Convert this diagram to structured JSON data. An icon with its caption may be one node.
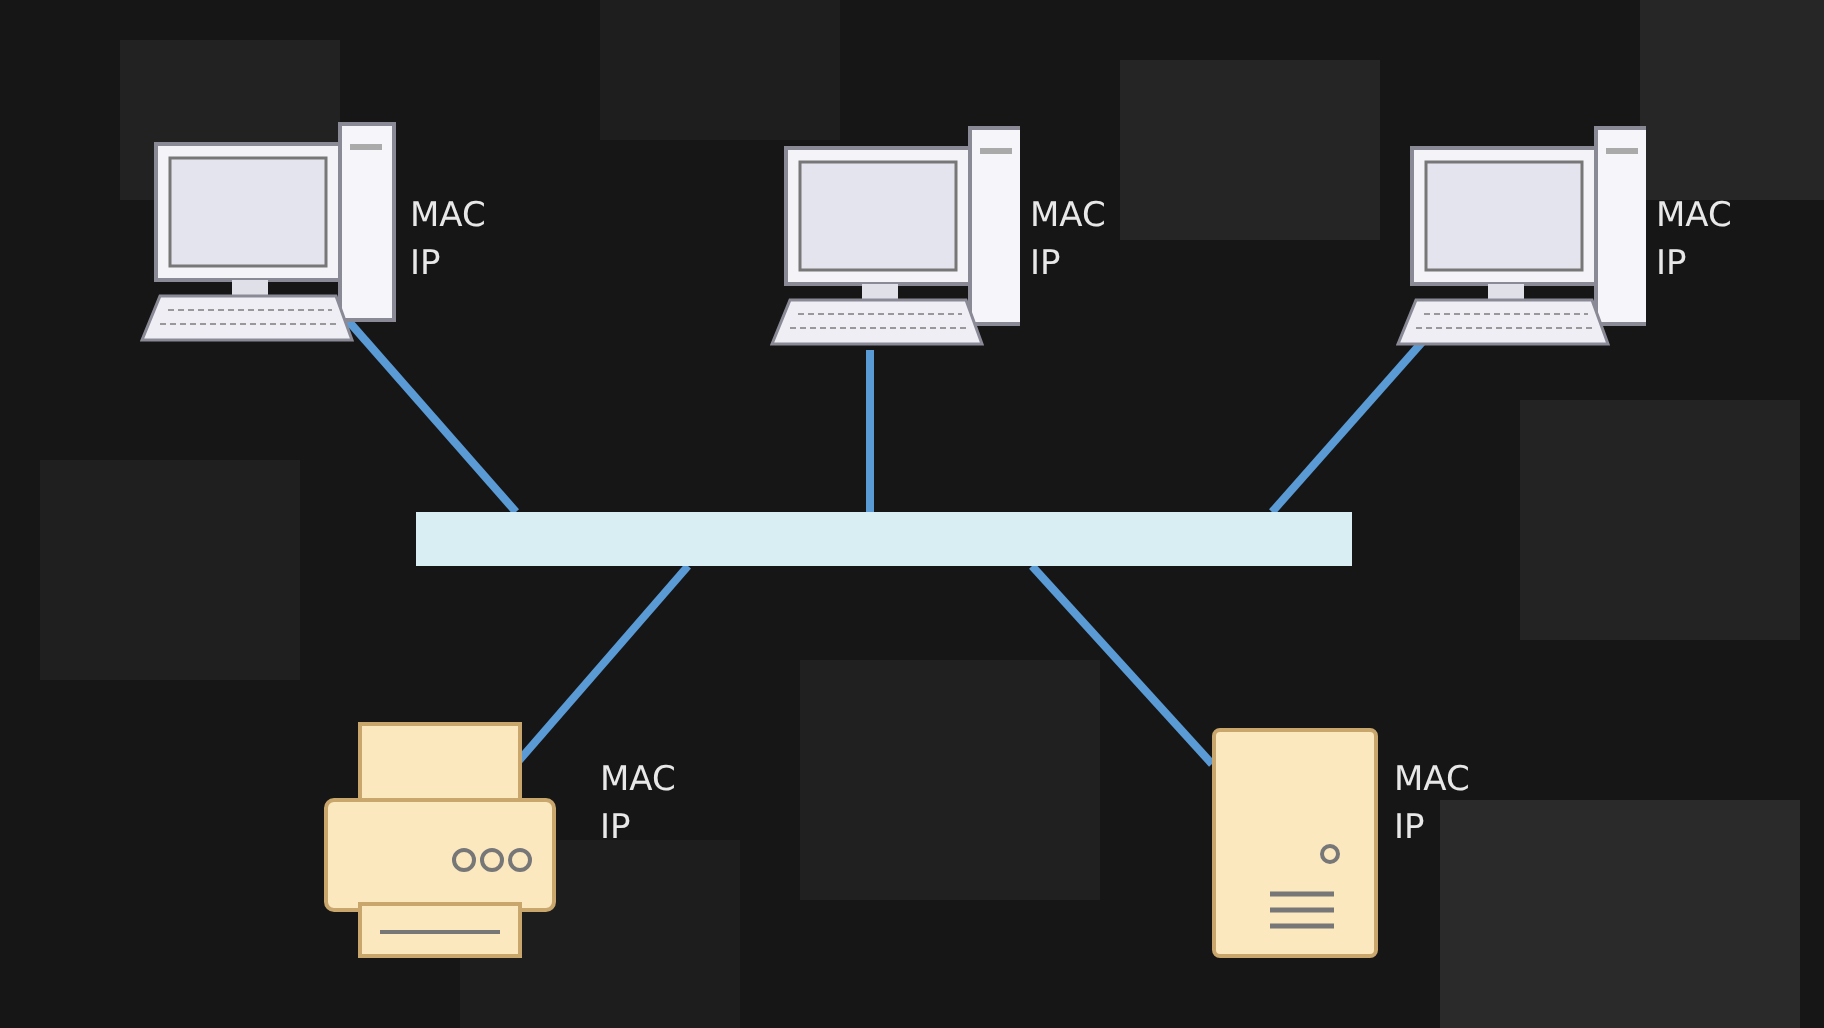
{
  "diagram": {
    "nodes": [
      {
        "text": [],
        "shape": "computer",
        "beside": [
          "MAC",
          "IP"
        ]
      },
      {
        "text": [],
        "shape": "computer",
        "beside": [
          "MAC",
          "IP"
        ]
      },
      {
        "text": [],
        "shape": "computer",
        "beside": [
          "MAC",
          "IP"
        ]
      },
      {
        "text": [],
        "shape": "bar"
      },
      {
        "text": [],
        "shape": "printer",
        "beside": [
          "MAC",
          "IP"
        ]
      },
      {
        "text": [],
        "shape": "server",
        "beside": [
          "MAC",
          "IP"
        ]
      }
    ],
    "edges": [
      {
        "from": 0,
        "to": 3,
        "arrow": "none"
      },
      {
        "from": 1,
        "to": 3,
        "arrow": "none"
      },
      {
        "from": 2,
        "to": 3,
        "arrow": "none"
      },
      {
        "from": 4,
        "to": 3,
        "arrow": "none"
      },
      {
        "from": 5,
        "to": 3,
        "arrow": "none"
      }
    ]
  }
}
